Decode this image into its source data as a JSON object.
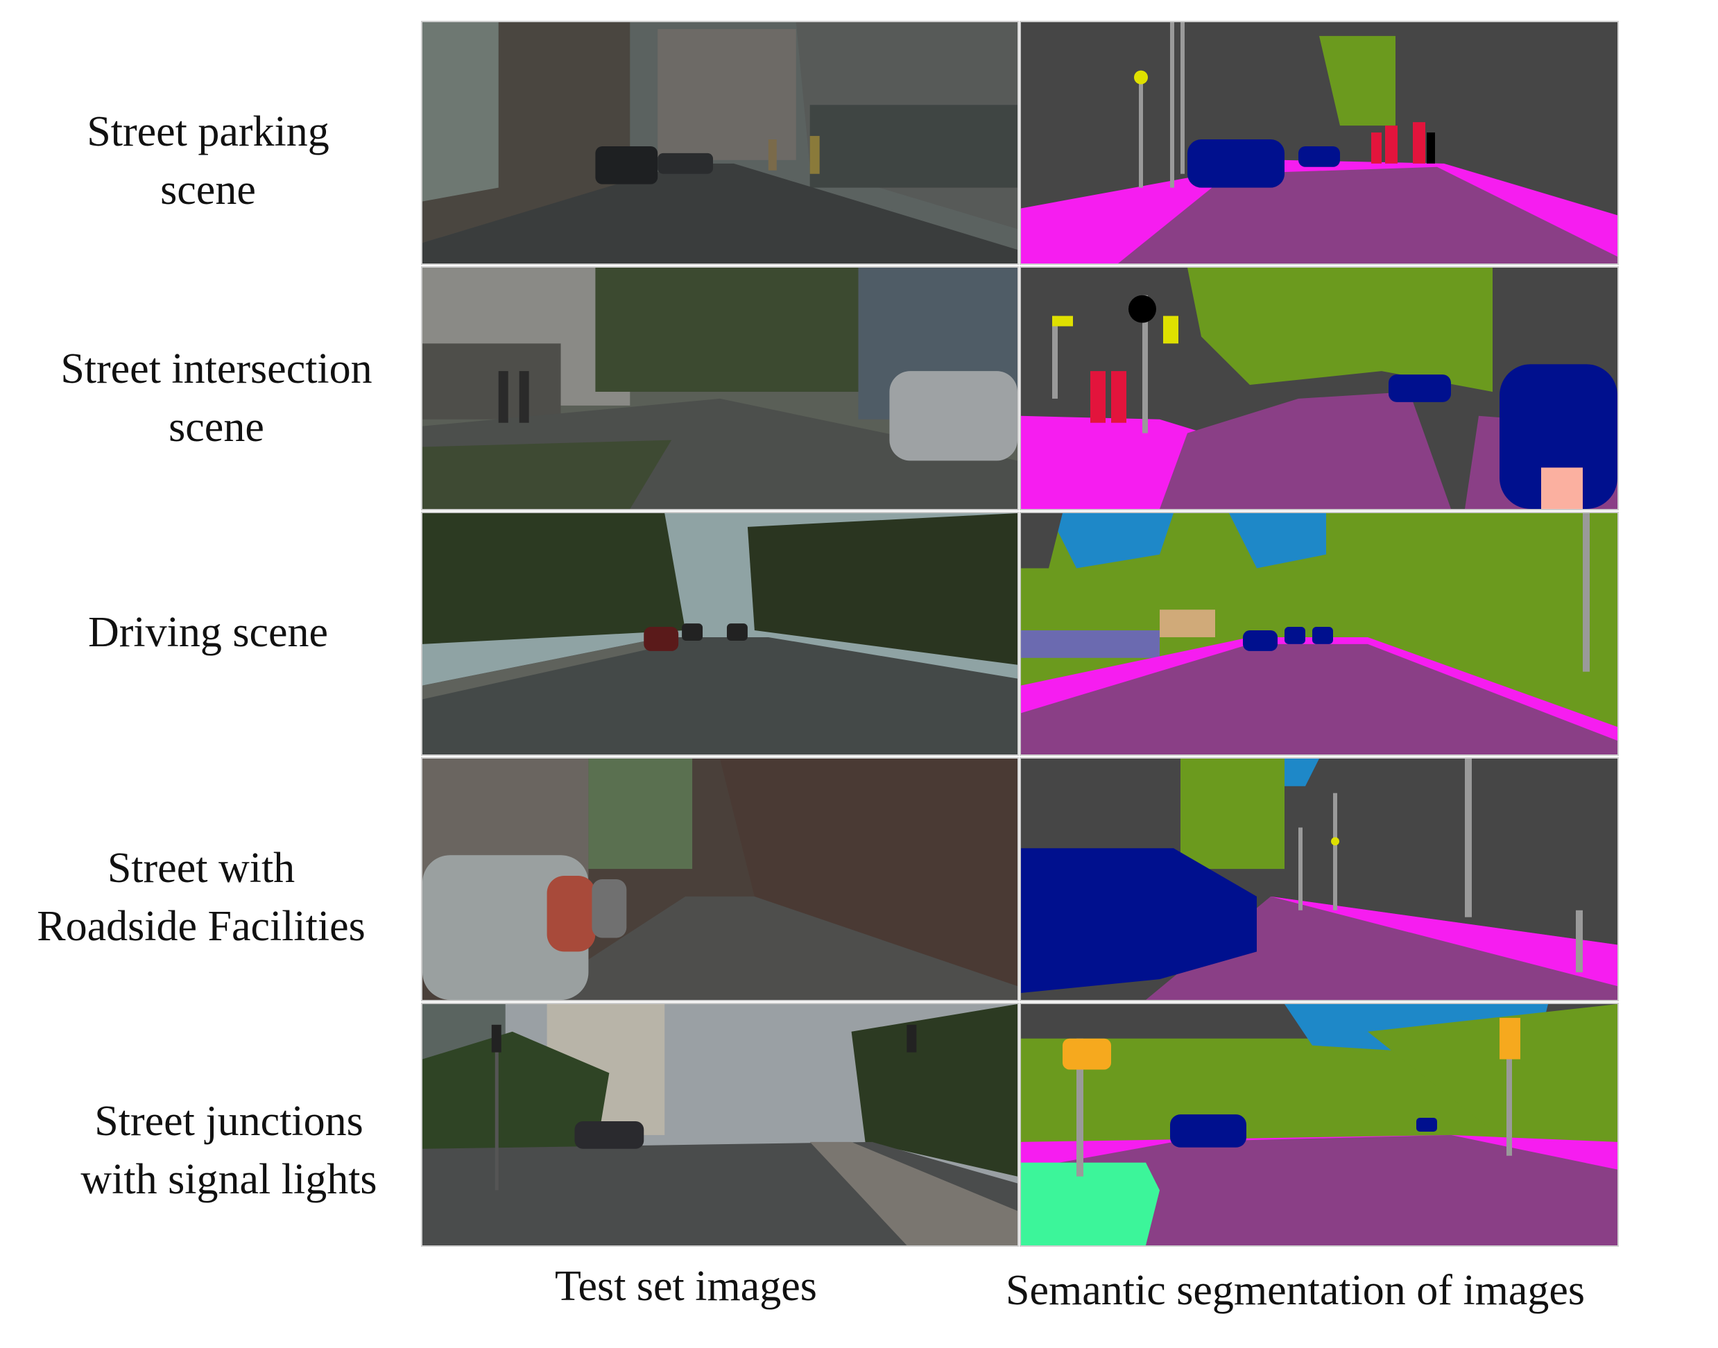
{
  "rows": [
    {
      "label_lines": [
        "Street parking",
        "scene"
      ]
    },
    {
      "label_lines": [
        "Street intersection",
        "scene"
      ]
    },
    {
      "label_lines": [
        "Driving scene"
      ]
    },
    {
      "label_lines": [
        "Street with",
        "Roadside Facilities"
      ]
    },
    {
      "label_lines": [
        "Street junctions",
        "with signal lights"
      ]
    }
  ],
  "captions": {
    "test_images": "Test set images",
    "segmentation": "Semantic segmentation of images"
  },
  "palette": {
    "road": "#8a3f86",
    "sidewalk": "#f61df0",
    "building": "#464646",
    "vegetation": "#6b9a1e",
    "car": "#00108e",
    "person": "#e3143c",
    "pole": "#9a9a9a",
    "sign": "#dfe000",
    "traffic_light": "#f6a91e",
    "sky": "#1e88c8",
    "terrain": "#3cf59a"
  }
}
